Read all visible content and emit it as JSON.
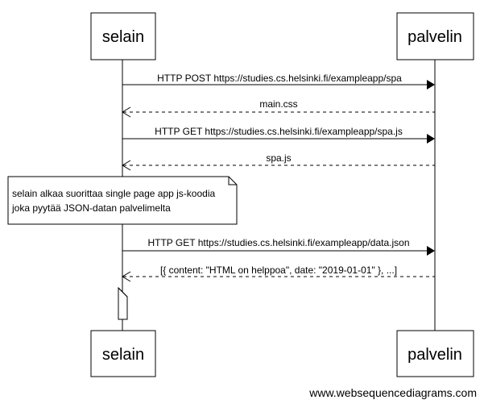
{
  "participants": {
    "browser": "selain",
    "server": "palvelin"
  },
  "messages": [
    {
      "text": "HTTP POST https://studies.cs.helsinki.fi/exampleapp/spa",
      "kind": "request"
    },
    {
      "text": "main.css",
      "kind": "response"
    },
    {
      "text": "HTTP GET https://studies.cs.helsinki.fi/exampleapp/spa.js",
      "kind": "request"
    },
    {
      "text": "spa.js",
      "kind": "response"
    },
    {
      "text": "HTTP GET https://studies.cs.helsinki.fi/exampleapp/data.json",
      "kind": "request"
    },
    {
      "text": "[{ content: \"HTML on helppoa\", date: \"2019-01-01\" }, ...]",
      "kind": "response"
    }
  ],
  "note": {
    "line1": "selain alkaa suorittaa single page app js-koodia",
    "line2": "joka pyytää JSON-datan palvelimelta"
  },
  "watermark": "www.websequencediagrams.com"
}
